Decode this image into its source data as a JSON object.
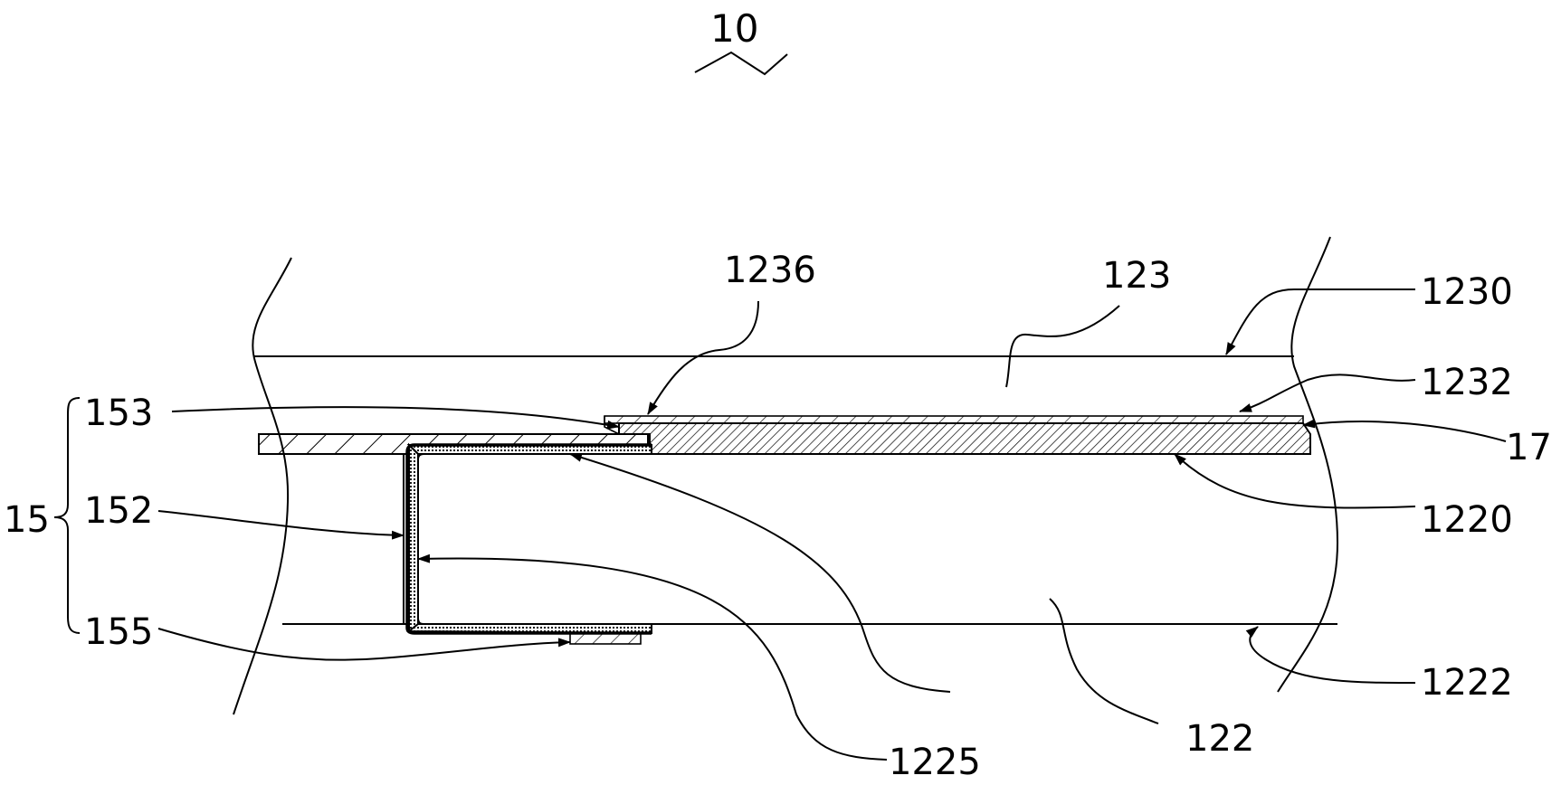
{
  "figure": {
    "ref_main": "10"
  },
  "labels": {
    "l1236": "1236",
    "l123": "123",
    "l1230": "1230",
    "l1232": "1232",
    "l17": "17",
    "l1220": "1220",
    "l153": "153",
    "l15": "15",
    "l152": "152",
    "l155": "155",
    "l1225": "1225",
    "l122": "122",
    "l1222": "1222"
  }
}
